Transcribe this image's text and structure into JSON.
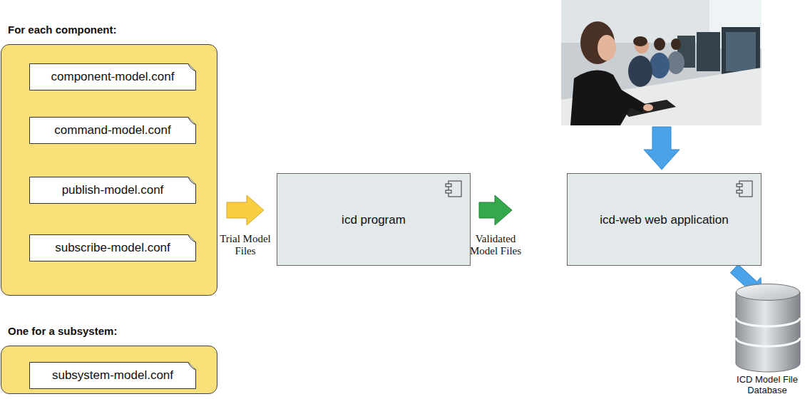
{
  "diagram": {
    "nodes": [
      {
        "text": [
          "For each component:"
        ]
      },
      {
        "text": [
          "component-model.conf"
        ],
        "in": 0
      },
      {
        "text": [
          "command-model.conf"
        ],
        "in": 0
      },
      {
        "text": [
          "publish-model.conf"
        ],
        "in": 0
      },
      {
        "text": [
          "subscribe-model.conf"
        ],
        "in": 0
      },
      {
        "text": [
          "One for a subsystem:"
        ]
      },
      {
        "text": [
          "subsystem-model.conf"
        ],
        "in": 5
      },
      {
        "text": [
          "icd program"
        ]
      },
      {
        "text": [
          "icd-web web application"
        ]
      },
      {
        "text": [
          "ICD Model File Database"
        ]
      }
    ],
    "edges": [
      {
        "from": 0,
        "to": 7,
        "arrow": "to",
        "label": "Trial Model Files"
      },
      {
        "from": 7,
        "to": 8,
        "arrow": "to",
        "label": "Validated Model Files"
      },
      {
        "from": 8,
        "to": 9,
        "arrow": "to"
      }
    ]
  }
}
